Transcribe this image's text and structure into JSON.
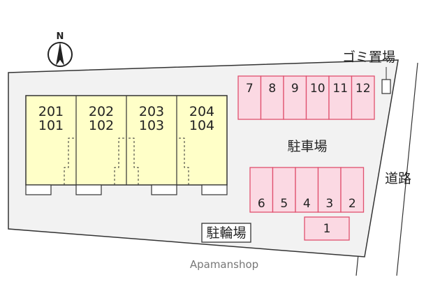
{
  "compass": {
    "letter": "N",
    "icon": "north-arrow-icon"
  },
  "labels": {
    "garbage": "ゴミ置場",
    "parking": "駐車場",
    "road": "道路",
    "bicycle": "駐輪場",
    "credit": "Apamanshop"
  },
  "units": [
    {
      "upper": "201",
      "lower": "101"
    },
    {
      "upper": "202",
      "lower": "102"
    },
    {
      "upper": "203",
      "lower": "103"
    },
    {
      "upper": "204",
      "lower": "104"
    }
  ],
  "parking_top": [
    "7",
    "8",
    "9",
    "10",
    "11",
    "12"
  ],
  "parking_middle": [
    "6",
    "5",
    "4",
    "3",
    "2"
  ],
  "parking_bottom": [
    "1"
  ],
  "colors": {
    "building_fill": "#ffffc8",
    "parking_fill": "#fbd9e3",
    "parking_stroke": "#e0506e",
    "lot_fill": "#f2f2f2"
  }
}
